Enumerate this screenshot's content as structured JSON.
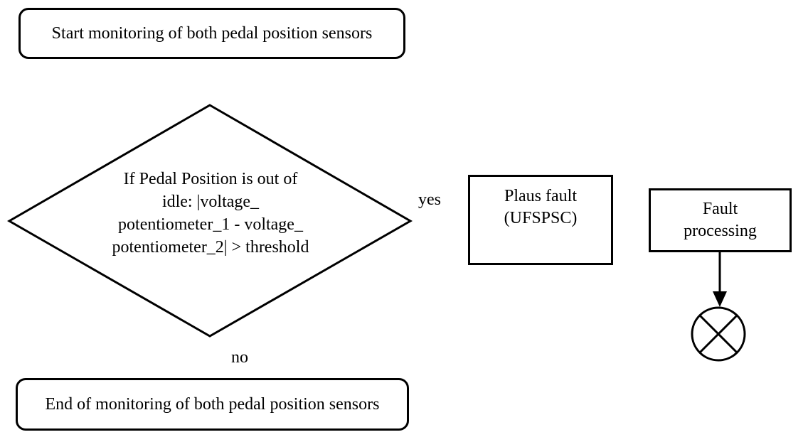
{
  "diagram": {
    "background_color": "#ffffff",
    "line_color": "#000000",
    "nodes": {
      "start": {
        "type": "rounded-rect",
        "label": "Start monitoring of both pedal position sensors"
      },
      "decision": {
        "type": "diamond",
        "label": "If Pedal Position is out of\nidle: |voltage_\npotentiometer_1 - voltage_\npotentiometer_2| > threshold"
      },
      "plaus_fault": {
        "type": "rect",
        "label": "Plaus fault\n(UFSPSC)"
      },
      "fault_processing": {
        "type": "rect",
        "label": "Fault\nprocessing"
      },
      "end": {
        "type": "rounded-rect",
        "label": "End of monitoring of both pedal position sensors"
      },
      "terminator": {
        "type": "crossed-circle"
      }
    },
    "edge_labels": {
      "yes": "yes",
      "no": "no"
    }
  }
}
